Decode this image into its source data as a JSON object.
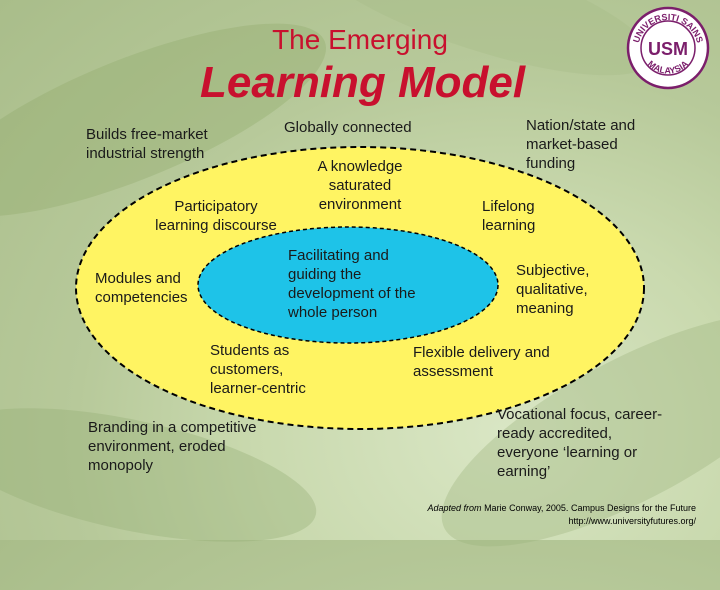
{
  "title": {
    "line1": "The Emerging",
    "line2": "Learning Model"
  },
  "logo": {
    "top_text": "UNIVERSITI SAINS",
    "bottom_text": "MALAYSIA",
    "center_text": "USM"
  },
  "labels": {
    "builds": "Builds free-market industrial strength",
    "global": "Globally connected",
    "nation": "Nation/state and market-based funding",
    "knowledge": "A knowledge saturated environment",
    "participatory": "Participatory learning discourse",
    "lifelong": "Lifelong learning",
    "facilitating": "Facilitating and guiding the development of the whole person",
    "modules": "Modules and competencies",
    "subjective": "Subjective, qualitative, meaning",
    "students": "Students as customers, learner-centric",
    "flexible": "Flexible delivery and assessment",
    "branding": "Branding in a competitive environment, eroded monopoly",
    "vocational": "Vocational focus, career-ready accredited, everyone ‘learning or earning’"
  },
  "credit": {
    "adapted": "Adapted from",
    "source": "Marie Conway, 2005.  Campus Designs for the Future",
    "url": "http://www.universityfutures.org/"
  },
  "colors": {
    "title": "#c8102e",
    "ellipse_fill": "#fff462",
    "inner_fill": "#1ec3e8",
    "logo": "#7b1e6b"
  }
}
